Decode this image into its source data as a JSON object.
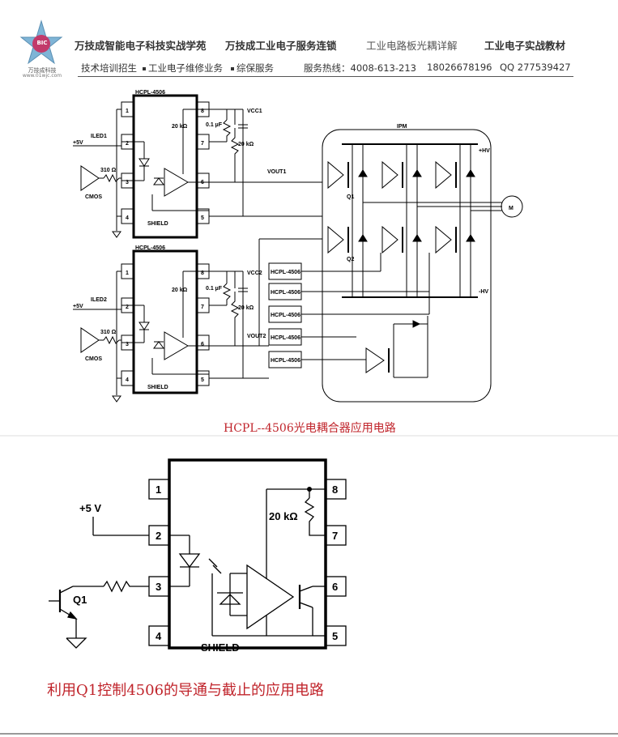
{
  "header": {
    "logo": {
      "badge": "BIC",
      "caption": "万技成科技",
      "url": "www.01wjc.com"
    },
    "nav_row1": [
      "万技成智能电子科技实战学苑",
      "万技成工业电子服务连锁",
      "工业电路板光耦详解",
      "工业电子实战教材"
    ],
    "nav_row2": [
      "技术培训招生",
      "工业电子维修业务",
      "综保服务",
      "服务热线：4008-613-213",
      "18026678196",
      "QQ 277539427"
    ]
  },
  "figure1": {
    "chip1_title": "HCPL-4506",
    "chip2_title": "HCPL-4506",
    "pins_left": [
      "1",
      "2",
      "3",
      "4"
    ],
    "pins_right": [
      "8",
      "7",
      "6",
      "5"
    ],
    "vcc1": "VCC1",
    "vcc2": "VCC2",
    "vout1": "VOUT1",
    "vout2": "VOUT2",
    "r_pullup": "20 kΩ",
    "cap": "0.1 µF",
    "r_ext": "20 kΩ",
    "iled1": "ILED1",
    "iled2": "ILED2",
    "plus5v": "+5V",
    "r_310": "310 Ω",
    "cmos": "CMOS",
    "shield": "SHIELD",
    "ipm": "IPM",
    "plus_hv": "+HV",
    "minus_hv": "-HV",
    "q1": "Q1",
    "q2": "Q2",
    "motor": "M",
    "hcpl_boxes": [
      "HCPL-4506",
      "HCPL-4506",
      "HCPL-4506",
      "HCPL-4506",
      "HCPL-4506"
    ],
    "caption": "HCPL--4506光电耦合器应用电路"
  },
  "figure2": {
    "pins_left": [
      "1",
      "2",
      "3",
      "4"
    ],
    "pins_right": [
      "8",
      "7",
      "6",
      "5"
    ],
    "plus5v": "+5 V",
    "r20k": "20 kΩ",
    "q1": "Q1",
    "shield": "SHIELD",
    "caption": "利用Q1控制4506的导通与截止的应用电路"
  }
}
